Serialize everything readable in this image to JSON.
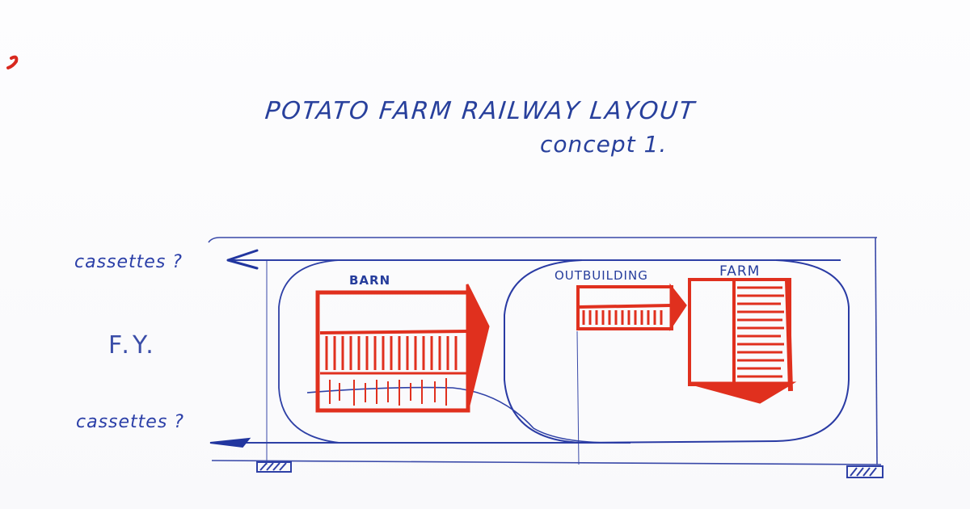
{
  "sketch": {
    "title": "POTATO FARM RAILWAY LAYOUT",
    "subtitle": "concept 1.",
    "labels": {
      "cassettes_top": "cassettes ?",
      "cassettes_bottom": "cassettes ?",
      "fiddle_yard": "F.Y.",
      "barn": "BARN",
      "outbuilding": "OUTBUILDING",
      "farm": "FARM"
    },
    "colors": {
      "paper": "#fbfbfd",
      "pen_blue": "#2a3f9e",
      "marker_red": "#e0301e"
    },
    "icons": {
      "arrow_top": "left-arrow-icon",
      "arrow_bottom": "left-arrow-icon",
      "support_left": "baseboard-support-icon",
      "support_right": "baseboard-support-icon",
      "margin_mark": "red-ink-mark-icon"
    }
  }
}
